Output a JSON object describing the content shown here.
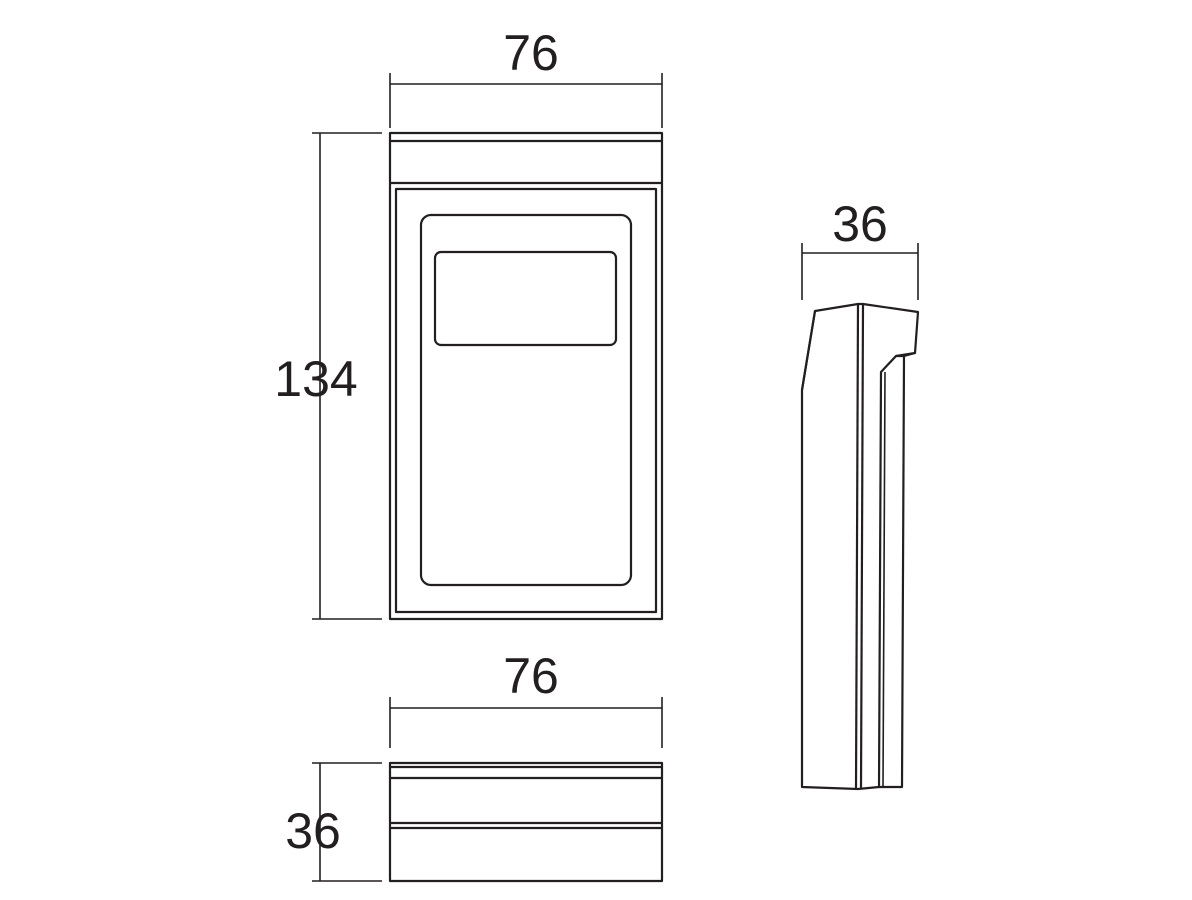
{
  "drawing": {
    "front_view": {
      "width_label": "76",
      "height_label": "134"
    },
    "side_view": {
      "depth_label": "36"
    },
    "bottom_view": {
      "width_label": "76",
      "depth_label": "36"
    }
  }
}
